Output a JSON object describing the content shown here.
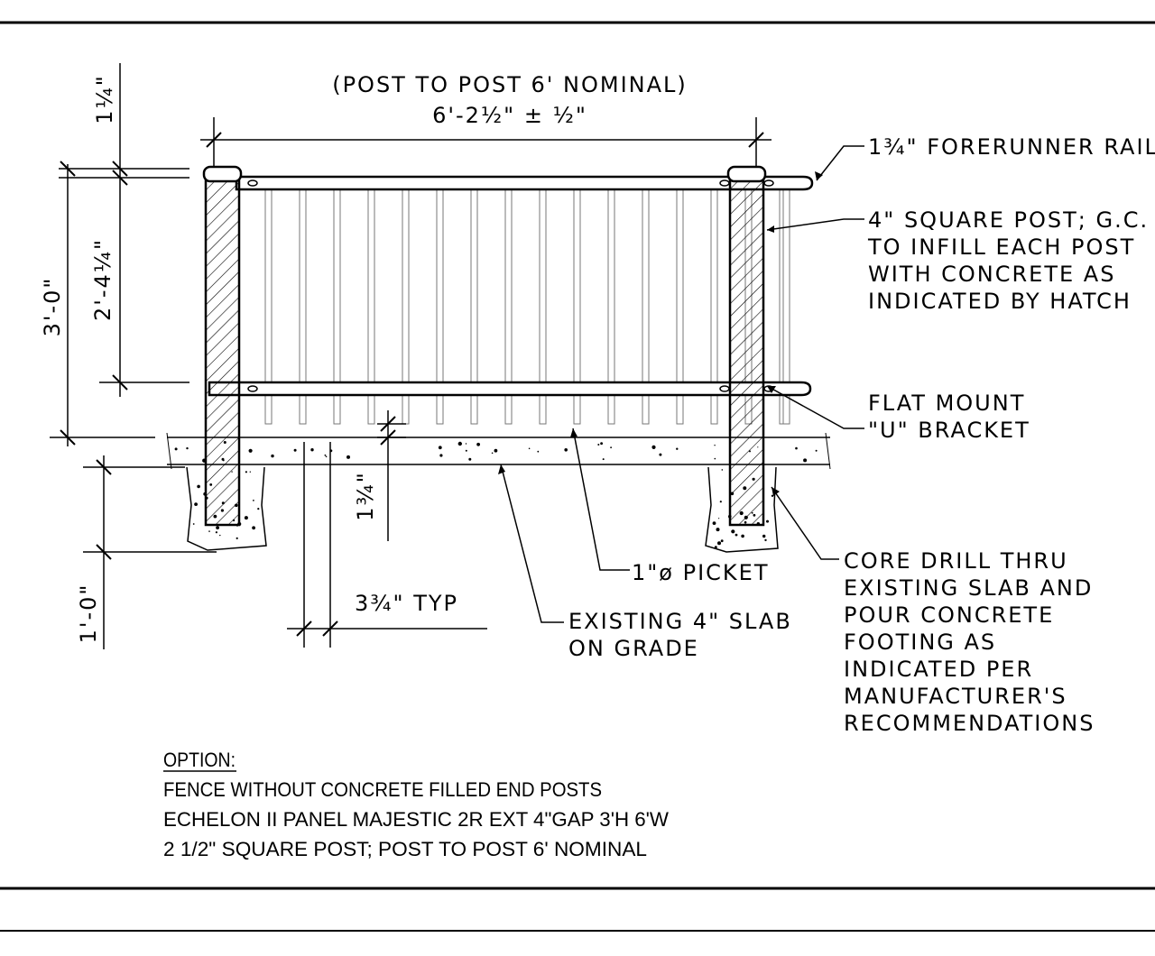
{
  "dimensions": {
    "top_note": "(POST TO POST 6' NOMINAL)",
    "top_value": "6'-2½\" ± ½\"",
    "rail_height": "1¼\"",
    "inner_height": "2'-4¼\"",
    "overall_height": "3'-0\"",
    "gap": "1¾\"",
    "footing_depth": "1'-0\"",
    "picket_spacing": "3¾\" TYP"
  },
  "callouts": {
    "forerunner": "1¾\" FORERUNNER RAIL",
    "post_lines": [
      "4\" SQUARE POST; G.C.",
      "TO INFILL EACH POST",
      "WITH CONCRETE AS",
      "INDICATED BY HATCH"
    ],
    "bracket_lines": [
      "FLAT MOUNT",
      "\"U\" BRACKET"
    ],
    "picket": "1\"ø PICKET",
    "slab_lines": [
      "EXISTING 4\" SLAB",
      "ON GRADE"
    ],
    "core_lines": [
      "CORE DRILL THRU",
      "EXISTING SLAB AND",
      "POUR CONCRETE",
      "FOOTING AS",
      "INDICATED PER",
      "MANUFACTURER'S",
      "RECOMMENDATIONS"
    ]
  },
  "option": {
    "heading": "OPTION:",
    "lines": [
      "FENCE WITHOUT CONCRETE FILLED END POSTS",
      "ECHELON II PANEL MAJESTIC 2R EXT 4\"GAP 3'H 6'W",
      "2 1/2\" SQUARE POST; POST TO POST 6' NOMINAL"
    ]
  }
}
